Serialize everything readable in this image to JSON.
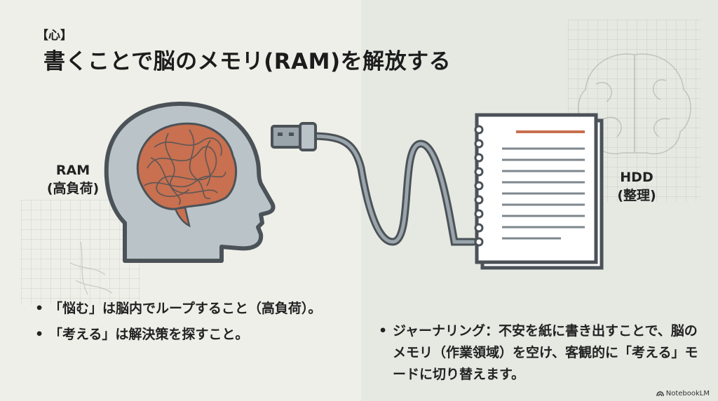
{
  "slide": {
    "tag": "【心】",
    "title": "書くことで脳のメモリ(RAM)を解放する"
  },
  "labels": {
    "ram_line1": "RAM",
    "ram_line2": "(高負荷)",
    "hdd_line1": "HDD",
    "hdd_line2": "(整理)"
  },
  "bullets_left": [
    "「悩む」は脳内でループすること（高負荷）。",
    "「考える」は解決策を探すこと。"
  ],
  "bullets_right": [
    "ジャーナリング：不安を紙に書き出すことで、脳のメモリ（作業領域）を空け、客観的に「考える」モードに切り替えます。"
  ],
  "icons": {
    "head": "head-with-tangled-brain-icon",
    "cable": "usb-cable-icon",
    "notebook": "spiral-notebook-icon",
    "faint_brain": "brain-outline-icon"
  },
  "colors": {
    "head_fill": "#b9c3c8",
    "outline": "#4b5258",
    "brain": "#c8704f",
    "notebook_accent": "#c8704f"
  },
  "brand": "NotebookLM"
}
